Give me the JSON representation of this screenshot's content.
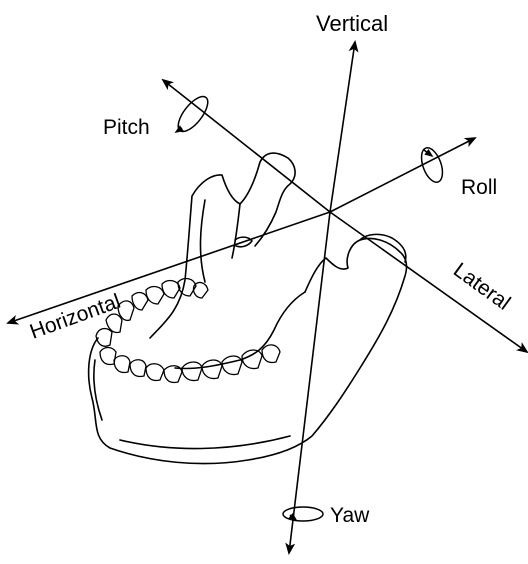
{
  "labels": {
    "vertical": "Vertical",
    "pitch": "Pitch",
    "roll": "Roll",
    "horizontal": "Horizontal",
    "lateral": "Lateral",
    "yaw": "Yaw"
  },
  "colors": {
    "ink": "#000000",
    "background": "#ffffff"
  }
}
